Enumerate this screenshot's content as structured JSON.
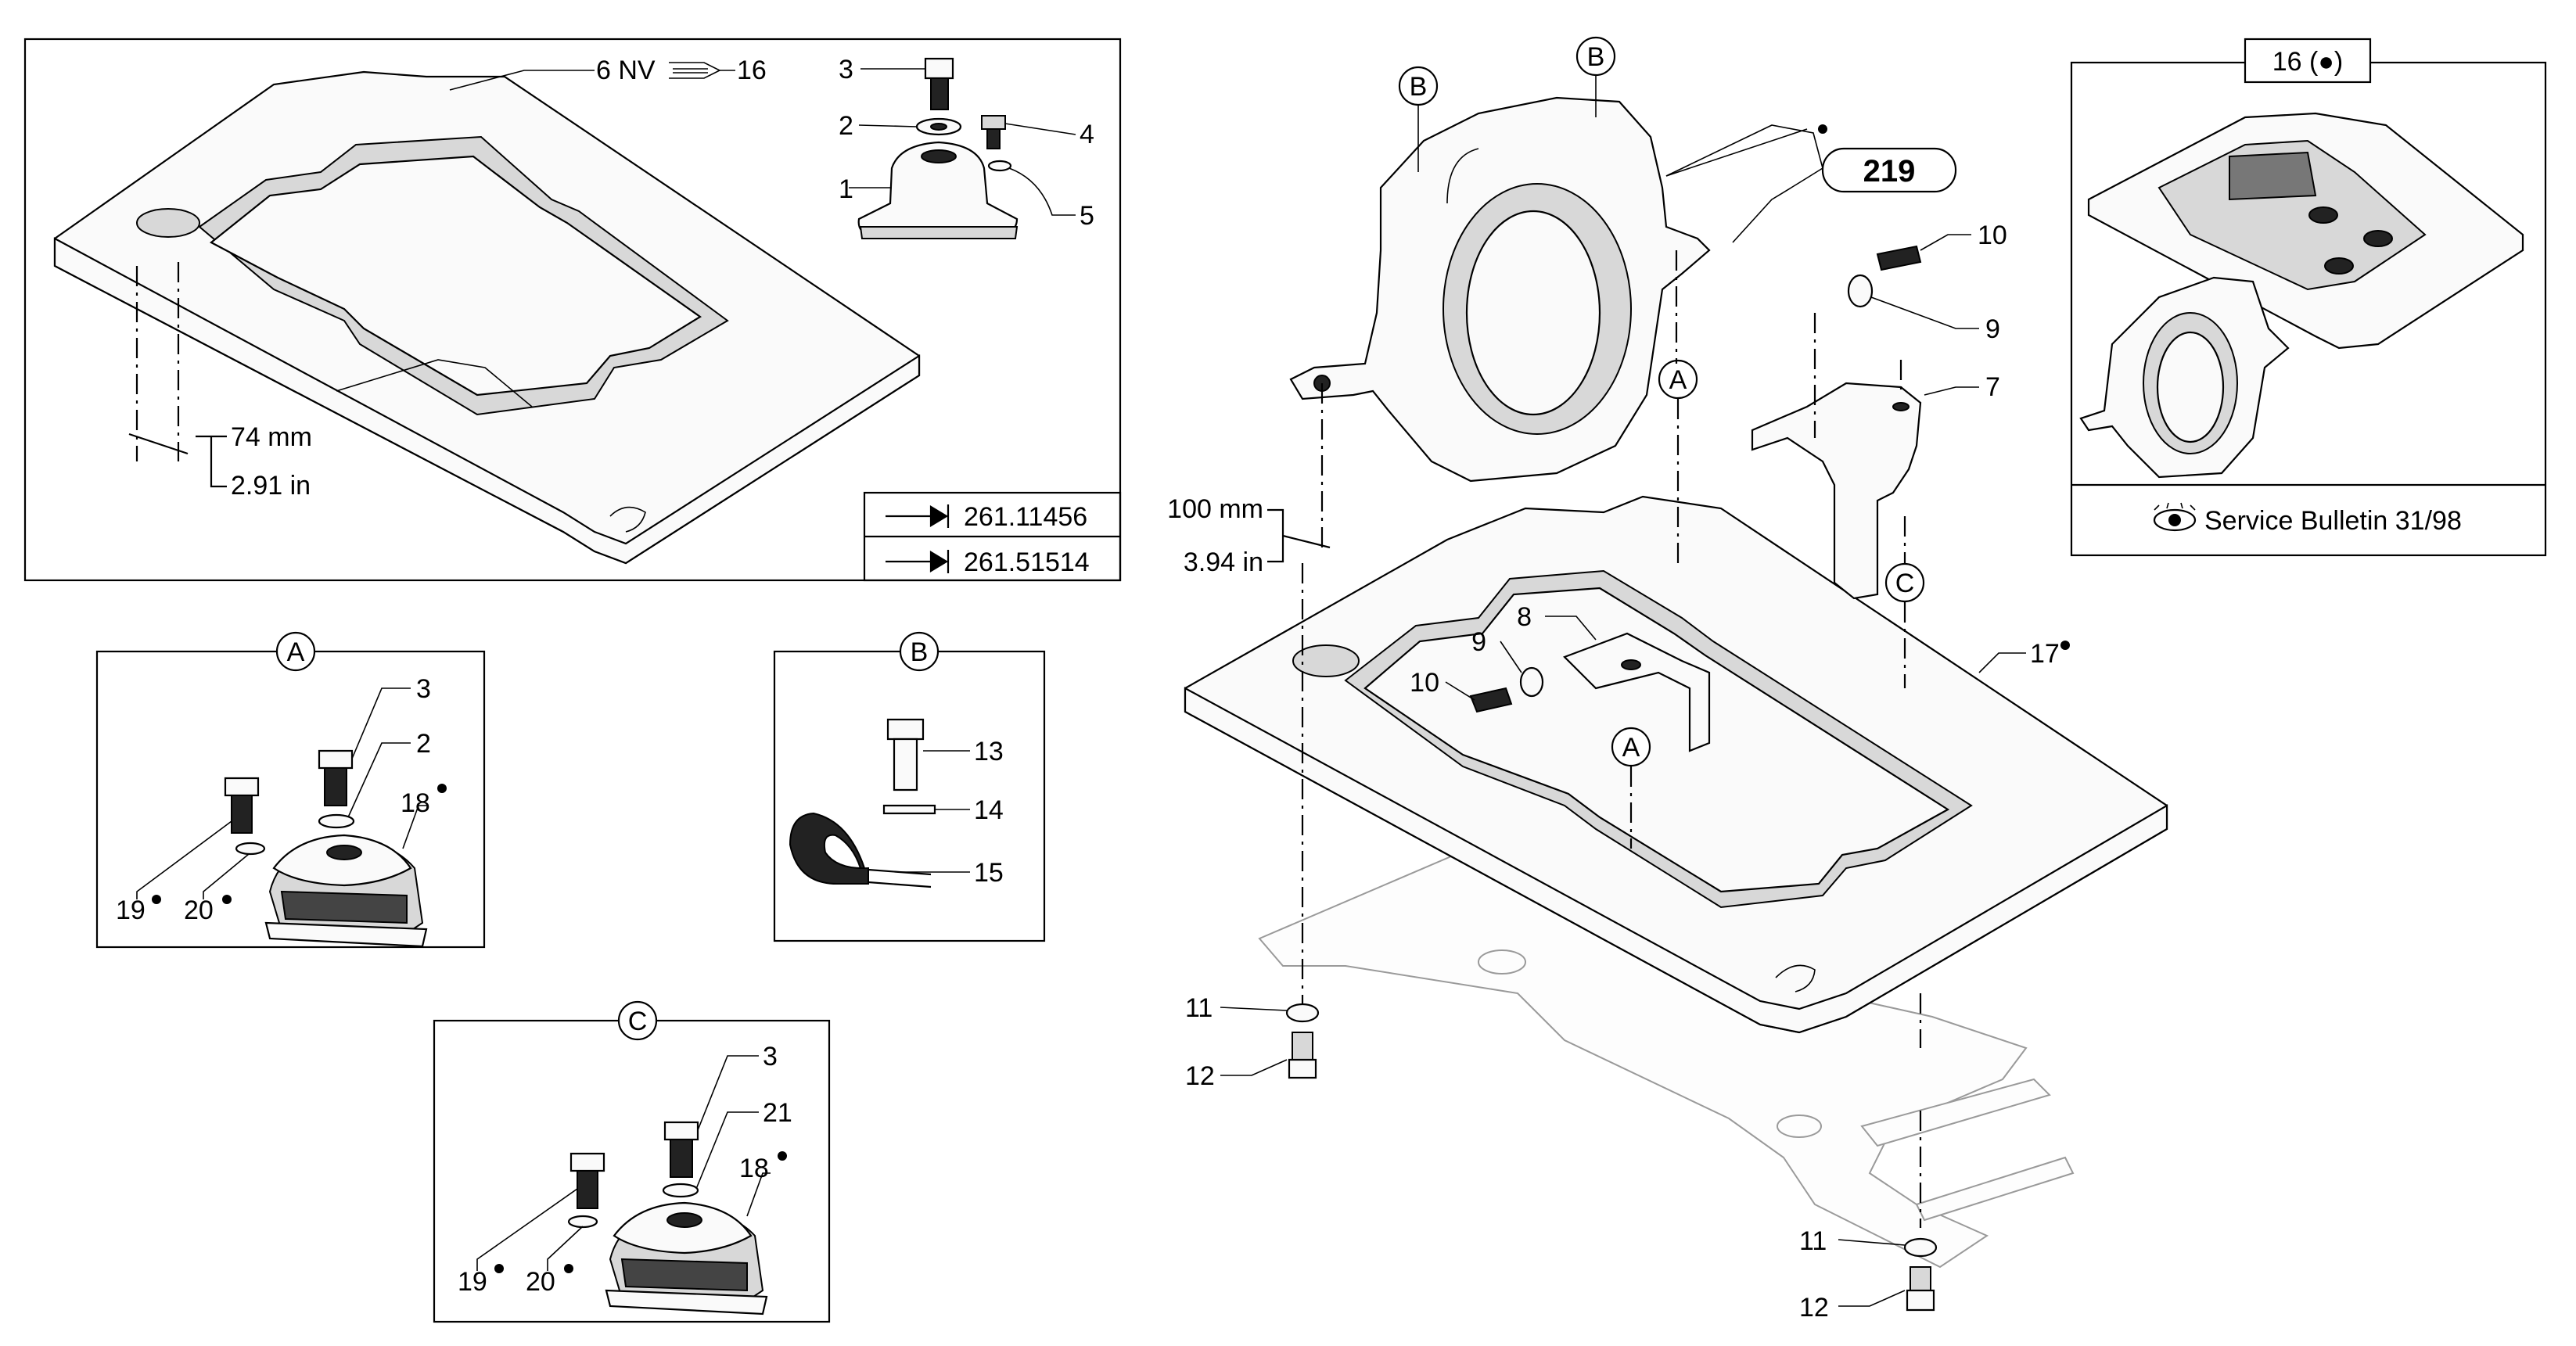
{
  "diagram": {
    "top_left_box": {
      "label_6": "6 NV",
      "label_16": "16",
      "label_3": "3",
      "label_2": "2",
      "label_4": "4",
      "label_1": "1",
      "label_5": "5",
      "dim_mm": "74 mm",
      "dim_in": "2.91 in",
      "ref_1": "261.11456",
      "ref_2": "261.51514"
    },
    "detail_a": {
      "callout": "A",
      "label_3": "3",
      "label_2": "2",
      "label_18": "18",
      "label_19": "19",
      "label_20": "20"
    },
    "detail_b": {
      "callout": "B",
      "label_13": "13",
      "label_14": "14",
      "label_15": "15"
    },
    "detail_c": {
      "callout": "C",
      "label_3": "3",
      "label_21": "21",
      "label_18": "18",
      "label_19": "19",
      "label_20": "20"
    },
    "main": {
      "callout_b1": "B",
      "callout_b2": "B",
      "callout_a1": "A",
      "callout_a2": "A",
      "callout_c": "C",
      "ref_219": "219",
      "label_10a": "10",
      "label_9a": "9",
      "label_7": "7",
      "label_8": "8",
      "label_9b": "9",
      "label_10b": "10",
      "label_17": "17",
      "label_11a": "11",
      "label_12a": "12",
      "label_11b": "11",
      "label_12b": "12",
      "dim_mm": "100 mm",
      "dim_in": "3.94 in"
    },
    "inset": {
      "header": "16 (●)",
      "bulletin": "Service Bulletin 31/98"
    }
  }
}
